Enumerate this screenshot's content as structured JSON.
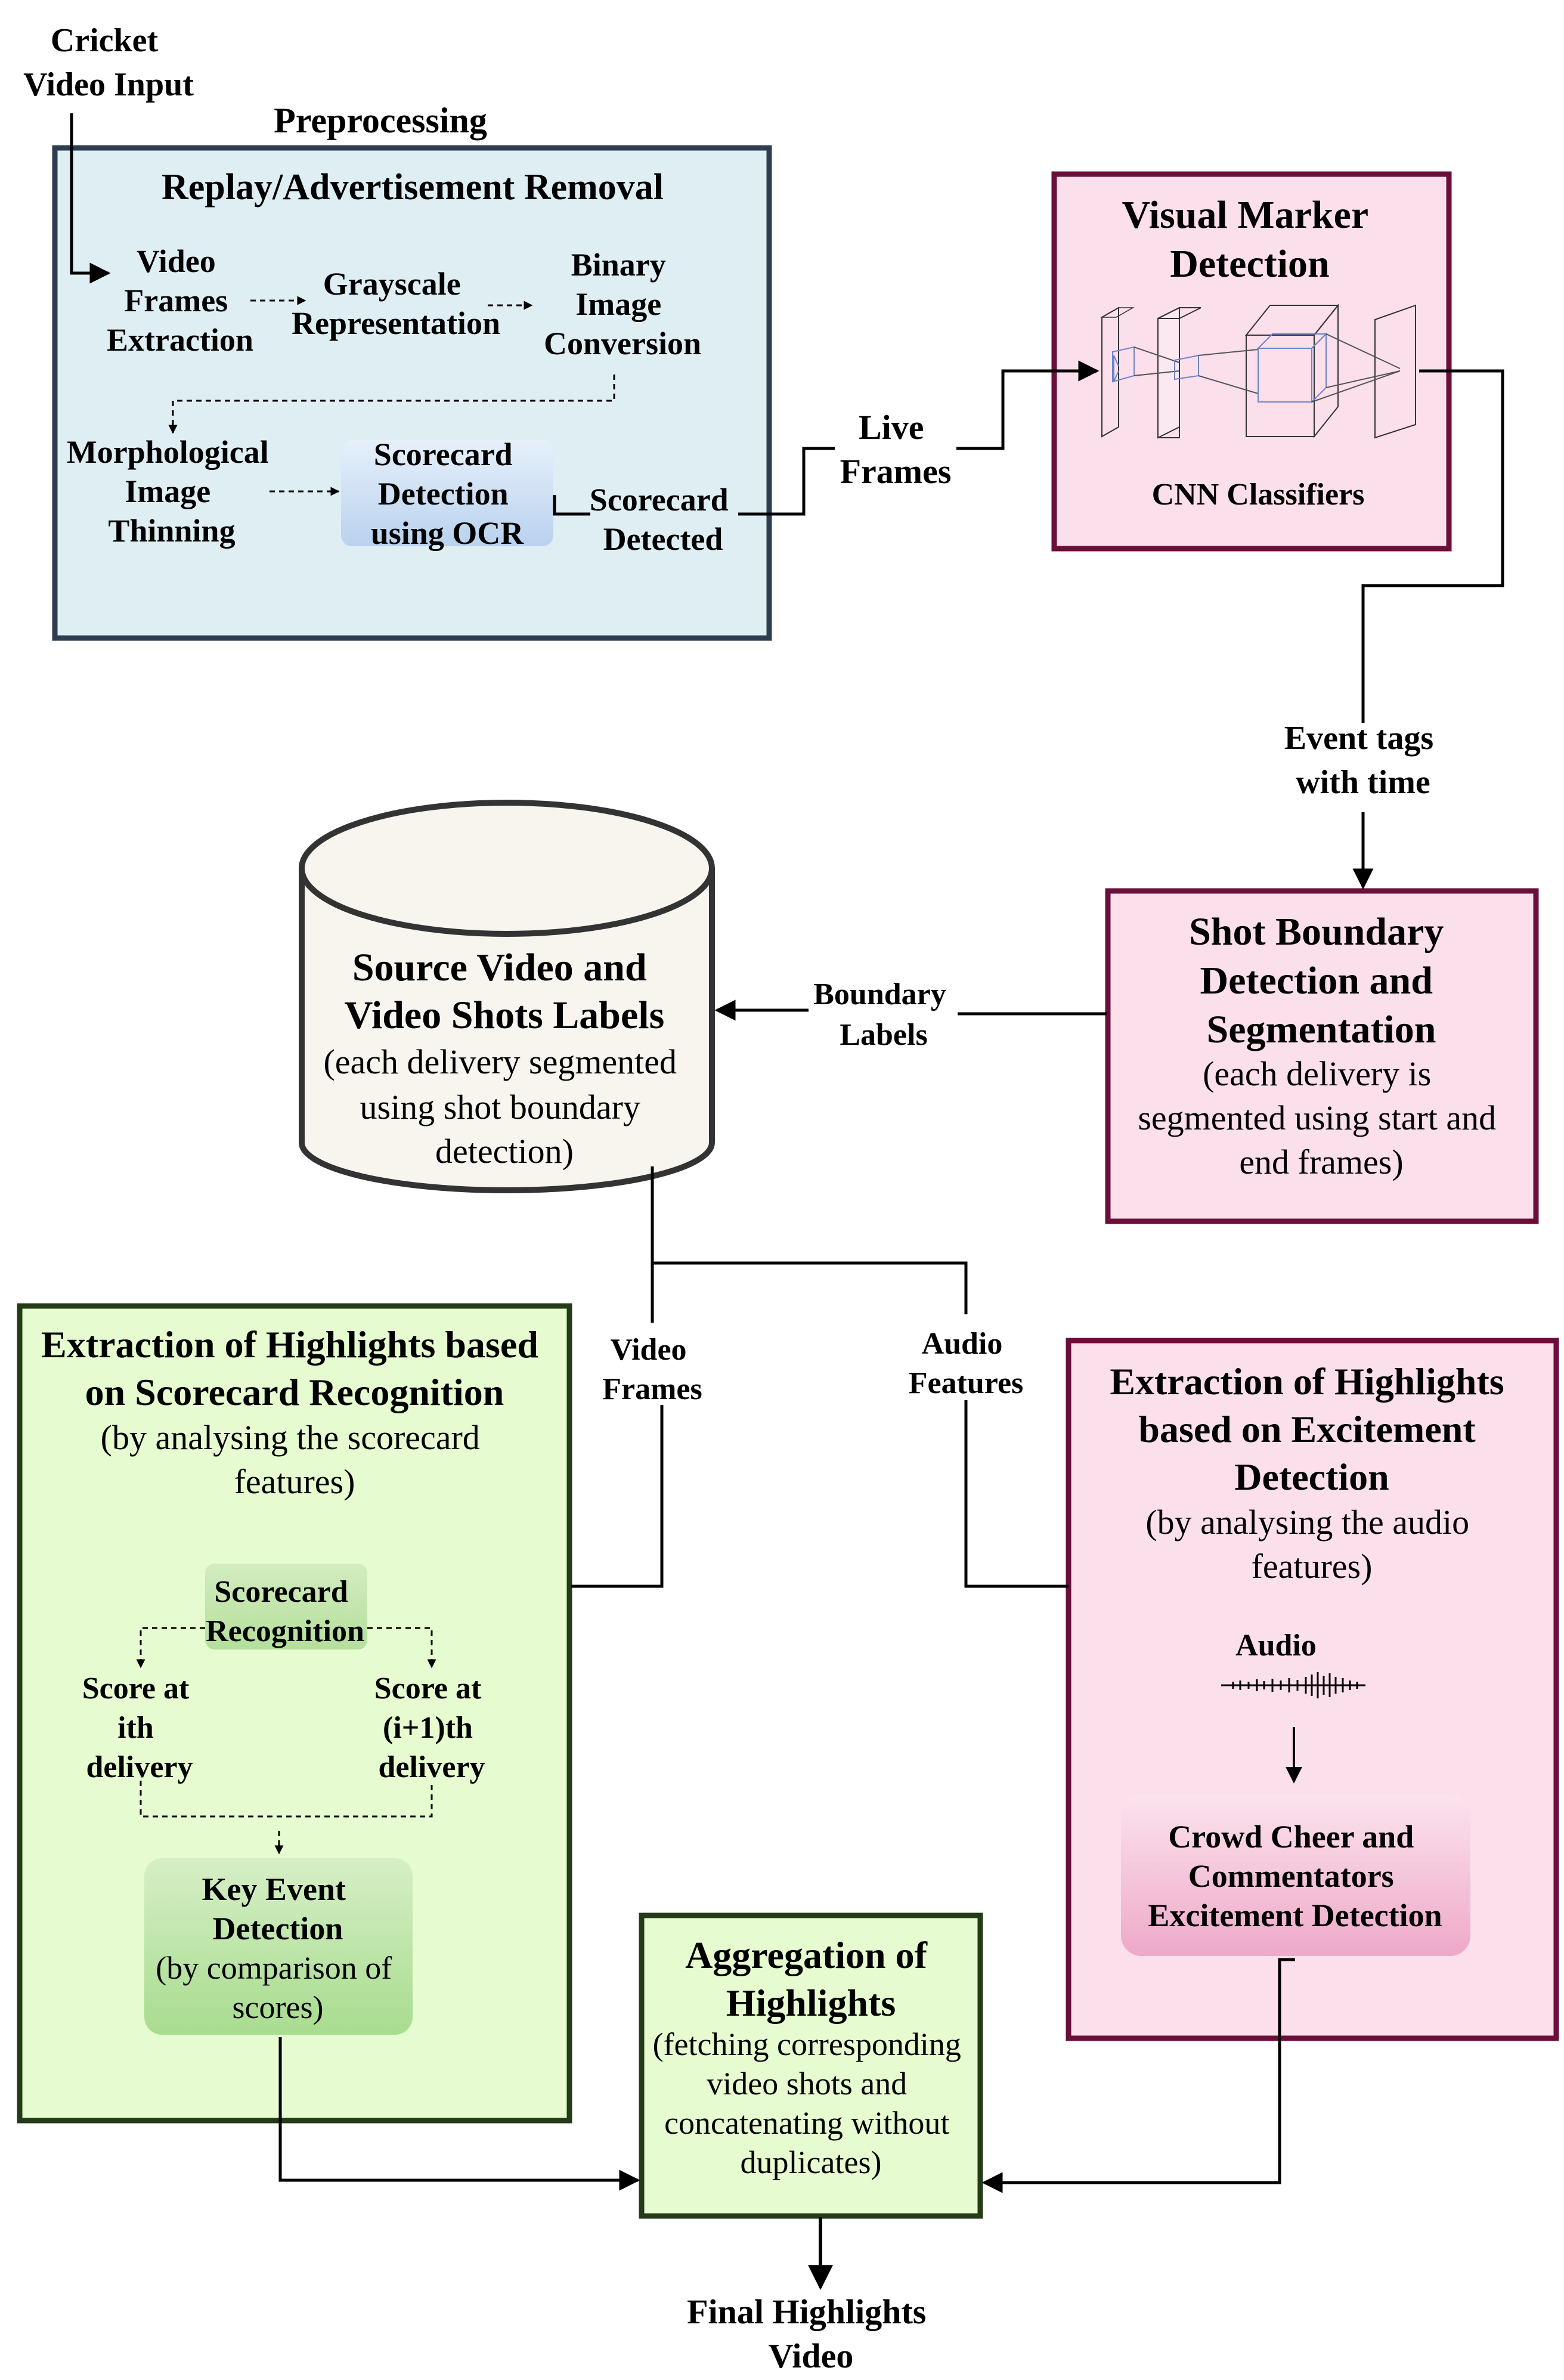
{
  "input_label": [
    "Cricket",
    "Video Input"
  ],
  "preprocessing": {
    "section_label": "Preprocessing",
    "title": "Replay/Advertisement Removal",
    "video_frames": [
      "Video",
      "Frames",
      "Extraction"
    ],
    "grayscale": [
      "Grayscale",
      "Representation"
    ],
    "binary": [
      "Binary",
      "Image",
      "Conversion"
    ],
    "morph": [
      "Morphological",
      "Image",
      "Thinning"
    ],
    "ocr": [
      "Scorecard",
      "Detection",
      "using OCR"
    ],
    "detected": [
      "Scorecard",
      "Detected"
    ]
  },
  "live_frames": [
    "Live",
    "Frames"
  ],
  "visual_marker": {
    "title": [
      "Visual Marker",
      "Detection"
    ],
    "cnn_label": "CNN Classifiers"
  },
  "event_tags": [
    "Event tags",
    "with time"
  ],
  "shot_boundary": {
    "title": [
      "Shot Boundary",
      "Detection and",
      "Segmentation"
    ],
    "desc": [
      "(each delivery is",
      "segmented using start and",
      "end frames)"
    ]
  },
  "boundary_labels": [
    "Boundary",
    "Labels"
  ],
  "database": {
    "title": [
      "Source Video and",
      "Video Shots Labels"
    ],
    "desc": [
      "(each delivery segmented",
      "using shot boundary",
      "detection)"
    ]
  },
  "video_frames_label": [
    "Video",
    "Frames"
  ],
  "audio_features_label": [
    "Audio",
    "Features"
  ],
  "scorecard_extraction": {
    "title": [
      "Extraction of Highlights based",
      "on Scorecard Recognition"
    ],
    "desc": [
      "(by analysing the scorecard",
      "features)"
    ],
    "recognition": [
      "Scorecard",
      "Recognition"
    ],
    "score_i": [
      "Score at",
      "ith",
      "delivery"
    ],
    "score_i1": [
      "Score at",
      "(i+1)th",
      "delivery"
    ],
    "key_event_title": [
      "Key Event",
      "Detection"
    ],
    "key_event_desc": [
      "(by comparison of",
      "scores)"
    ]
  },
  "excitement_extraction": {
    "title": [
      "Extraction of Highlights",
      "based on Excitement",
      "Detection"
    ],
    "desc": [
      "(by analysing the audio",
      "features)"
    ],
    "audio_label": "Audio",
    "crowd": [
      "Crowd Cheer and",
      "Commentators",
      "Excitement Detection"
    ]
  },
  "aggregation": {
    "title": [
      "Aggregation of",
      "Highlights"
    ],
    "desc": [
      "(fetching corresponding",
      "video shots  and",
      "concatenating without",
      "duplicates)"
    ]
  },
  "final_label": [
    "Final Highlights",
    "Video"
  ],
  "colors": {
    "preprocessing_fill": "#dfeef3",
    "preprocessing_stroke": "#2e3d4f",
    "pink_fill": "#fbdfeb",
    "pink_stroke": "#6b0f3a",
    "green_fill": "#e6fbcf",
    "green_stroke": "#243b17",
    "ocr_fill": "#c6daf1",
    "cylinder_fill": "#f7f5ee",
    "key_event_fill": "#b5e29c",
    "crowd_fill": "#f0b6cf"
  }
}
